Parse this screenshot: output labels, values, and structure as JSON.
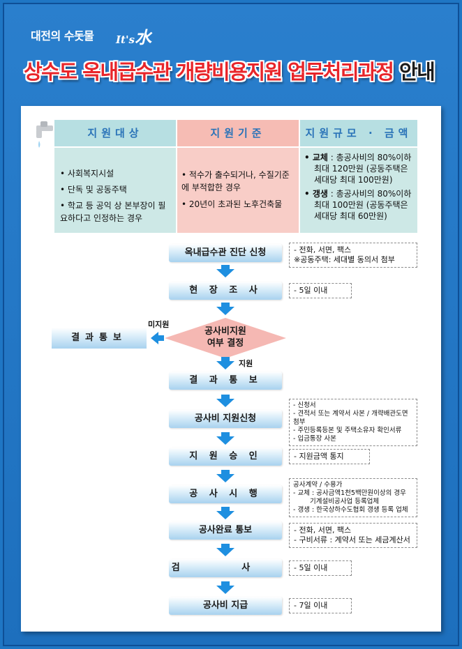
{
  "header": {
    "brand": "대전의 수돗물",
    "brand_logo_prefix": "It's",
    "brand_logo_water": "水",
    "title_main": "상수도 옥내급수관 개량비용지원 업무처리과정",
    "title_last": "안내"
  },
  "table": {
    "headers": [
      "지원대상",
      "지원기준",
      "지원규모 · 금액"
    ],
    "target": [
      "사회복지시설",
      "단독 및 공동주택",
      "학교 등 공익 상 본부장이 필요하다고 인정하는 경우"
    ],
    "criteria": [
      "적수가 출수되거나, 수질기준에 부적합한 경우",
      "20년이 초과된 노후건축물"
    ],
    "scale": [
      {
        "label": "교체",
        "line1": "총공사비의 80%이하",
        "line2": "최대 120만원 (공동주택은",
        "line3": "세대당 최대 100만원)"
      },
      {
        "label": "갱생",
        "line1": "총공사비의 80%이하",
        "line2": "최대 100만원 (공동주택은",
        "line3": "세대당 최대 60만원)"
      }
    ]
  },
  "flow": {
    "steps": [
      "옥내급수관 진단 신청",
      "현 장 조 사",
      "결 과 통 보",
      "공사비 지원신청",
      "지 원 승 인",
      "공 사 시 행",
      "공사완료 통보",
      "검 사",
      "공사비 지급"
    ],
    "decision_line1": "공사비지원",
    "decision_line2": "여부 결정",
    "no_support_label": "미지원",
    "support_label": "지원",
    "side_result": "결과통보",
    "notes": {
      "apply": [
        "- 전화, 서면, 팩스",
        "※공동주택: 세대별 동의서 첨부"
      ],
      "survey": [
        "- 5일 이내"
      ],
      "docs": [
        "- 신청서",
        "- 견적서 또는 계약서 사본 / 개략배관도면 첨부",
        "- 주민등록등본 및 주택소유자 확인서류",
        "- 입금통장 사본"
      ],
      "approve": [
        "- 지원금액 통지"
      ],
      "construct": [
        "공사계약 / 수용가",
        "- 교체 : 공사금액1천5백만원이상의 경우",
        "기계설비공사업 등록업체",
        "- 갱생 : 한국상하수도협회 갱생 등록 업체"
      ],
      "complete": [
        "- 전화, 서면, 팩스",
        "- 구비서류 : 계약서  또는 세금계산서"
      ],
      "inspect": [
        "- 5일 이내"
      ],
      "pay": [
        "- 7일 이내"
      ]
    }
  },
  "colors": {
    "background": "#1f76c4",
    "title_red": "#e8252a",
    "teal_cell": "#cde8e6",
    "pink_cell": "#f8cdc7",
    "arrow_blue": "#1e8fe0",
    "diamond": "#f5b8b3"
  }
}
